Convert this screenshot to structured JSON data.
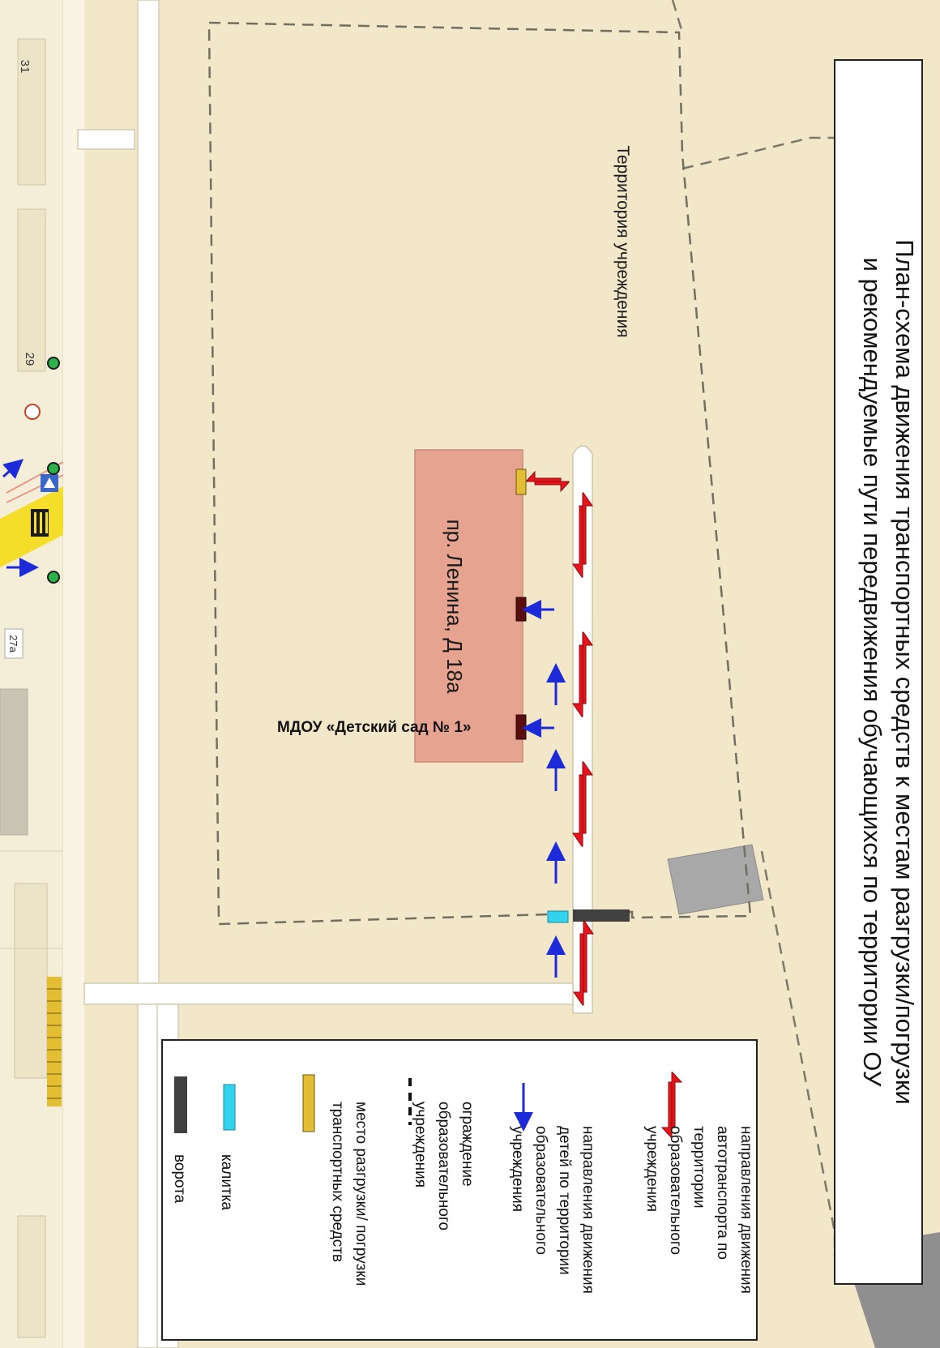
{
  "title": {
    "line1": "План-схема движения транспортных средств к местам разгрузки/погрузки",
    "line2": "и рекомендуемые пути передвижения обучающихся по территории ОУ"
  },
  "territory_label": "Территория учреждения",
  "building": {
    "address": "пр. Ленина, Д 18а",
    "name": "МДОУ «Детский сад № 1»"
  },
  "house_numbers": {
    "h31": "31",
    "h29": "29",
    "h27a": "27а"
  },
  "legend": {
    "vehicle_direction": "направления движения автотранспорта по территории образовательного учреждения",
    "children_direction": "направления движения детей по территории образовательного учреждения",
    "fence": "ограждение образовательного учреждения",
    "loading_place": "место разгрузки/ погрузки транспортных средств",
    "wicket": "калитка",
    "gate": "ворота"
  },
  "colors": {
    "background": "#f2e7c9",
    "building": "#e6a490",
    "vehicle_arrow": "#e8141c",
    "child_arrow": "#1c2ad8",
    "loading": "#e3be32",
    "wicket": "#33d2ee",
    "gate": "#404040",
    "entrance": "#5a0e10",
    "road": "#ffffff"
  }
}
